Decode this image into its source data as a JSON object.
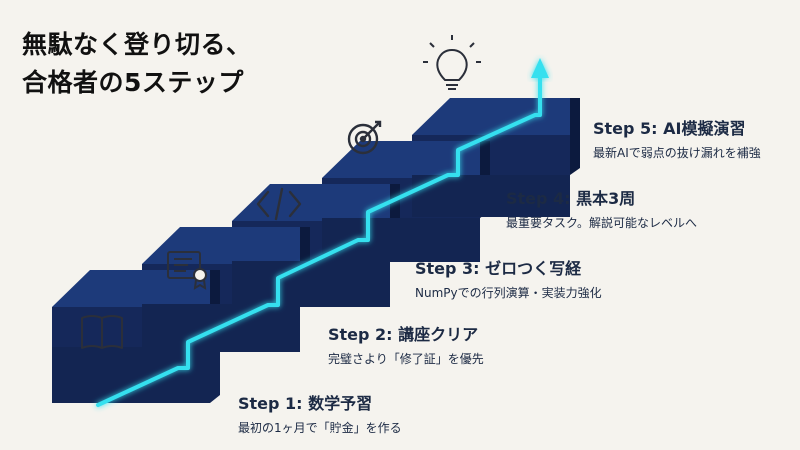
{
  "title": {
    "line1": "無駄なく登り切る、",
    "line2": "合格者の5ステップ"
  },
  "steps": [
    {
      "title": "Step 1: 数学予習",
      "desc": "最初の1ヶ月で「貯金」を作る",
      "icon": "book-icon"
    },
    {
      "title": "Step 2: 講座クリア",
      "desc": "完璧さより「修了証」を優先",
      "icon": "certificate-icon"
    },
    {
      "title": "Step 3: ゼロつく写経",
      "desc": "NumPyでの行列演算・実装力強化",
      "icon": "code-icon"
    },
    {
      "title": "Step 4: 黒本3周",
      "desc": "最重要タスク。解説可能なレベルへ",
      "icon": "target-icon"
    },
    {
      "title": "Step 5: AI模擬演習",
      "desc": "最新AIで弱点の抜け漏れを補強",
      "icon": "lightbulb-icon"
    }
  ],
  "colors": {
    "background": "#f5f3ee",
    "stair_top": "#1d3a7a",
    "stair_front": "#15285a",
    "stair_side": "#0c1a3e",
    "glow_line": "#35e0ef",
    "text": "#1c2a44",
    "icon": "#2b2f3a"
  }
}
